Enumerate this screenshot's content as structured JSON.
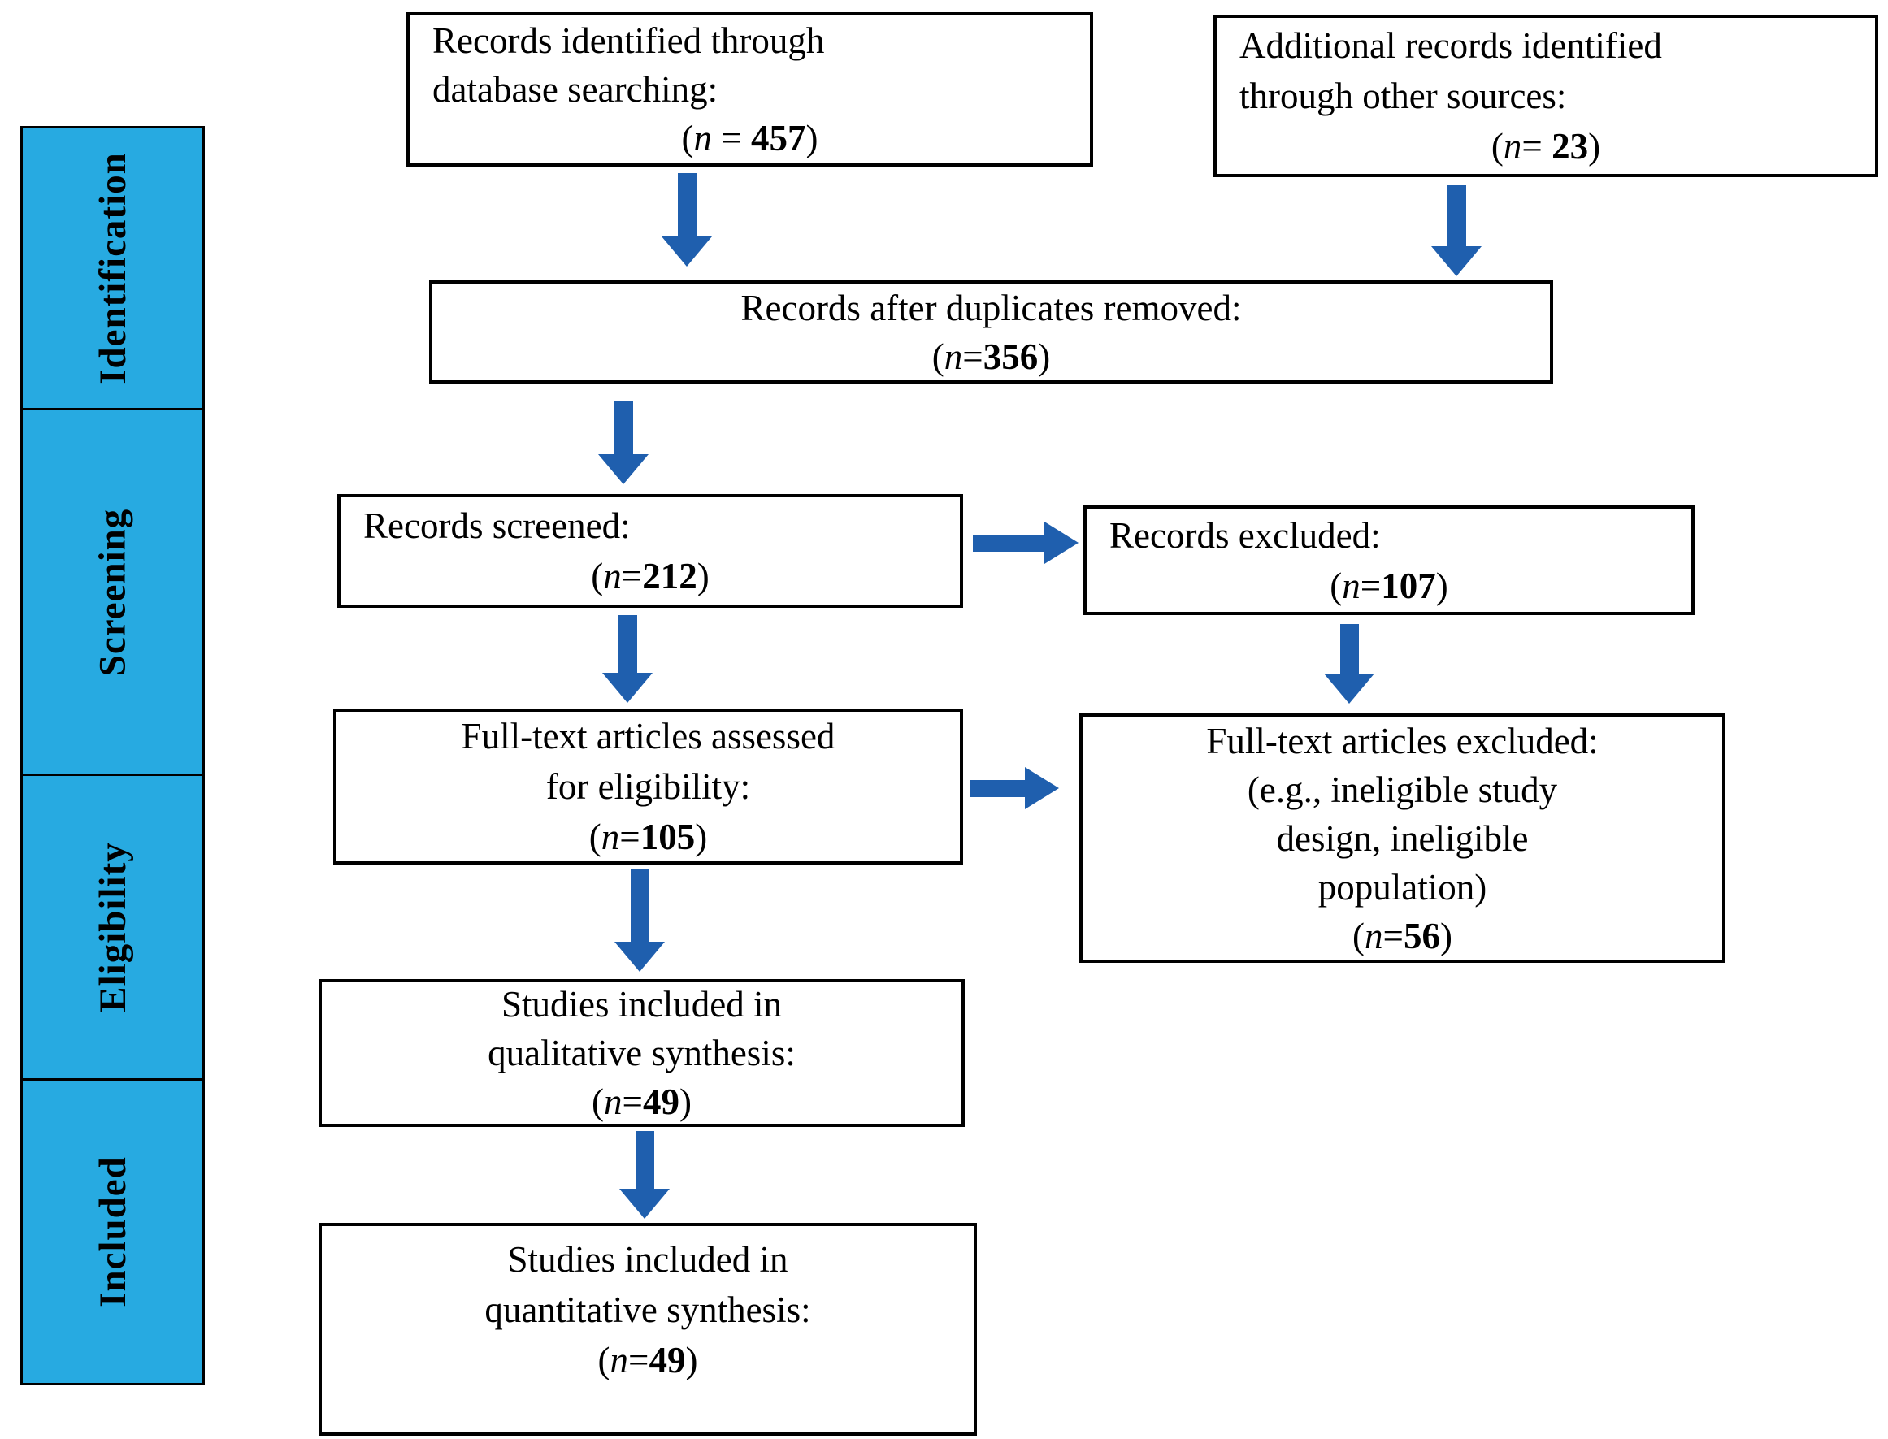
{
  "figure": {
    "type": "prisma-flow-diagram"
  },
  "palette": {
    "band_fill": "#27AAE1",
    "arrow_color": "#1F5FAE",
    "box_border": "#000000",
    "box_fill": "#FFFFFF",
    "page_bg": "#FFFFFF",
    "text_color": "#000000"
  },
  "stages": [
    {
      "label": "Identification"
    },
    {
      "label": "Screening"
    },
    {
      "label": "Eligibility"
    },
    {
      "label": "Included"
    }
  ],
  "boxes": [
    {
      "id": "records-identified",
      "lines": [
        "Records identified through",
        "database searching:"
      ],
      "n": {
        "open": "(",
        "var": "n",
        "eq": " = ",
        "value": "457",
        "close": ")"
      }
    },
    {
      "id": "additional-records",
      "lines": [
        "Additional records identified",
        "through other sources:"
      ],
      "n": {
        "open": "(",
        "var": "n",
        "eq": "= ",
        "value": "23",
        "close": ")"
      }
    },
    {
      "id": "duplicates-removed",
      "lines": [
        "Records after duplicates removed:"
      ],
      "n": {
        "open": "(",
        "var": "n",
        "eq": "=",
        "value": "356",
        "close": ")"
      }
    },
    {
      "id": "records-screened",
      "lines": [
        "Records screened:"
      ],
      "n": {
        "open": "(",
        "var": "n",
        "eq": "=",
        "value": "212",
        "close": ")"
      }
    },
    {
      "id": "records-excluded",
      "lines": [
        "Records excluded:"
      ],
      "n": {
        "open": "(",
        "var": "n",
        "eq": "=",
        "value": "107",
        "close": ")"
      }
    },
    {
      "id": "fulltext-assessed",
      "lines": [
        "Full-text articles assessed",
        "for eligibility:"
      ],
      "n": {
        "open": "(",
        "var": "n",
        "eq": "=",
        "value": "105",
        "close": ")"
      }
    },
    {
      "id": "fulltext-excluded",
      "lines": [
        "Full-text articles excluded:",
        "(e.g., ineligible study",
        "design, ineligible",
        "population)"
      ],
      "n": {
        "open": "(",
        "var": "n",
        "eq": "=",
        "value": "56",
        "close": ")"
      }
    },
    {
      "id": "qualitative-synthesis",
      "lines": [
        "Studies included in",
        "qualitative synthesis:"
      ],
      "n": {
        "open": "(",
        "var": "n",
        "eq": "=",
        "value": "49",
        "close": ")"
      }
    },
    {
      "id": "quantitative-synthesis",
      "lines": [
        "Studies included in",
        "quantitative synthesis:"
      ],
      "n": {
        "open": "(",
        "var": "n",
        "eq": "=",
        "value": "49",
        "close": ")"
      }
    }
  ]
}
